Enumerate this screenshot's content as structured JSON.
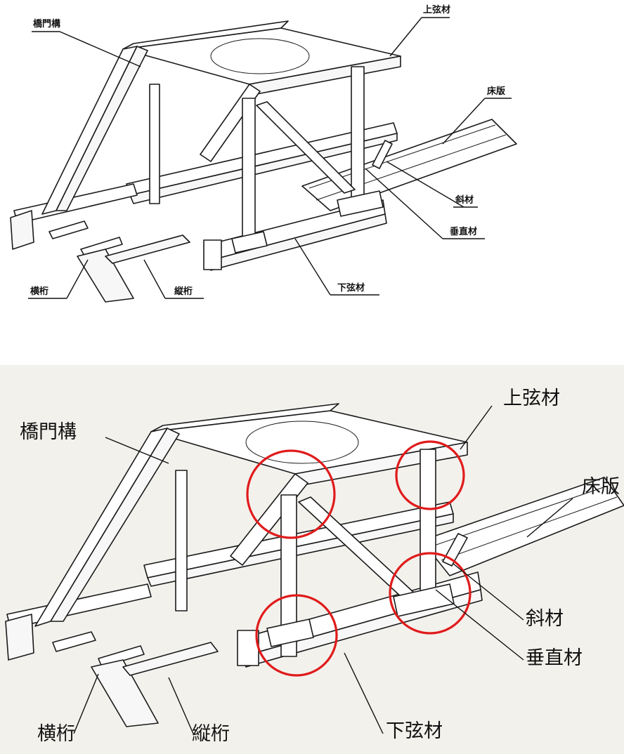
{
  "top": {
    "labels": {
      "portal": "橋門構",
      "upper_chord": "上弦材",
      "deck": "床版",
      "diagonal": "斜材",
      "vertical": "垂直材",
      "lower_chord": "下弦材",
      "cross_beam": "横桁",
      "stringer": "縦桁"
    }
  },
  "bottom": {
    "labels": {
      "portal": "橋門構",
      "upper_chord": "上弦材",
      "deck": "床版",
      "diagonal": "斜材",
      "vertical": "垂直材",
      "lower_chord": "下弦材",
      "cross_beam": "横桁",
      "stringer": "縦桁"
    },
    "highlight_color": "#e01b1b",
    "highlight_count": 4
  }
}
